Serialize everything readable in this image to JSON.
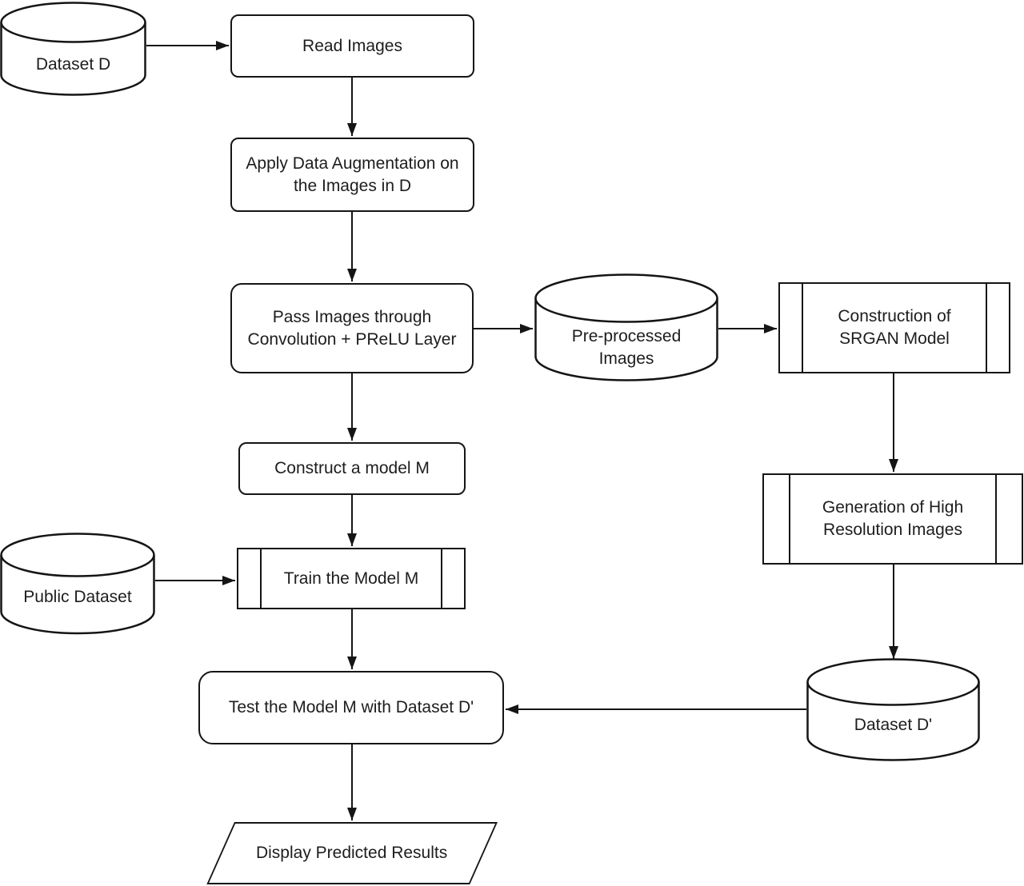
{
  "diagram": {
    "colors": {
      "background": "#ffffff",
      "stroke": "#151515",
      "text": "#1d1d1d",
      "shape_fill": "#ffffff"
    },
    "nodes": {
      "dataset_d": {
        "shape": "cylinder",
        "lines": [
          "Dataset D"
        ]
      },
      "read_images": {
        "shape": "rounded-process",
        "lines": [
          "Read Images"
        ]
      },
      "apply_augmentation": {
        "shape": "rounded-process",
        "lines": [
          "Apply Data Augmentation on",
          "the Images in D"
        ]
      },
      "pass_conv_prelu": {
        "shape": "rounded-process",
        "lines": [
          "Pass Images through",
          "Convolution + PReLU Layer"
        ]
      },
      "preprocessed_images": {
        "shape": "cylinder",
        "lines": [
          "Pre-processed",
          "Images"
        ]
      },
      "construction_srgan": {
        "shape": "predefined-process",
        "lines": [
          "Construction of",
          "SRGAN Model"
        ]
      },
      "construct_model_m": {
        "shape": "rounded-process",
        "lines": [
          "Construct a model M"
        ]
      },
      "generation_hr": {
        "shape": "predefined-process",
        "lines": [
          "Generation of High",
          "Resolution Images"
        ]
      },
      "public_dataset": {
        "shape": "cylinder",
        "lines": [
          "Public Dataset"
        ]
      },
      "train_model_m": {
        "shape": "predefined-process",
        "lines": [
          "Train the Model M"
        ]
      },
      "dataset_d_prime": {
        "shape": "cylinder",
        "lines": [
          "Dataset D'"
        ]
      },
      "test_model_m": {
        "shape": "rounded-process",
        "lines": [
          "Test the Model M with Dataset D'"
        ]
      },
      "display_results": {
        "shape": "parallelogram",
        "lines": [
          "Display Predicted Results"
        ]
      }
    },
    "edges": [
      {
        "from": "dataset_d",
        "to": "read_images"
      },
      {
        "from": "read_images",
        "to": "apply_augmentation"
      },
      {
        "from": "apply_augmentation",
        "to": "pass_conv_prelu"
      },
      {
        "from": "pass_conv_prelu",
        "to": "preprocessed_images"
      },
      {
        "from": "preprocessed_images",
        "to": "construction_srgan"
      },
      {
        "from": "construction_srgan",
        "to": "generation_hr"
      },
      {
        "from": "generation_hr",
        "to": "dataset_d_prime"
      },
      {
        "from": "dataset_d_prime",
        "to": "test_model_m"
      },
      {
        "from": "pass_conv_prelu",
        "to": "construct_model_m"
      },
      {
        "from": "construct_model_m",
        "to": "train_model_m"
      },
      {
        "from": "public_dataset",
        "to": "train_model_m"
      },
      {
        "from": "train_model_m",
        "to": "test_model_m"
      },
      {
        "from": "test_model_m",
        "to": "display_results"
      }
    ]
  }
}
